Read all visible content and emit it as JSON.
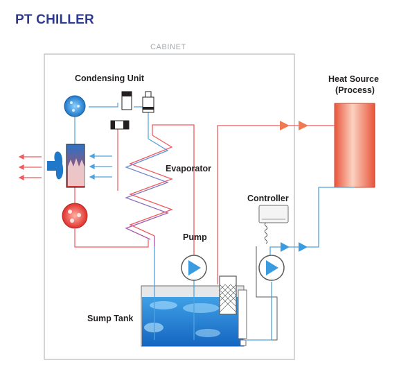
{
  "title": "PT CHILLER",
  "labels": {
    "cabinet": "CABINET",
    "condensing_unit": "Condensing Unit",
    "evaporator": "Evaporator",
    "heat_source_line1": "Heat Source",
    "heat_source_line2": "(Process)",
    "controller": "Controller",
    "pump": "Pump",
    "sump_tank": "Sump Tank"
  },
  "colors": {
    "title": "#2b3990",
    "hot_line": "#ef5a5f",
    "cold_line": "#4fa3dd",
    "cabinet_border": "#bcbec0",
    "water": "#1e88d6",
    "heat_source": "#f07a52"
  }
}
